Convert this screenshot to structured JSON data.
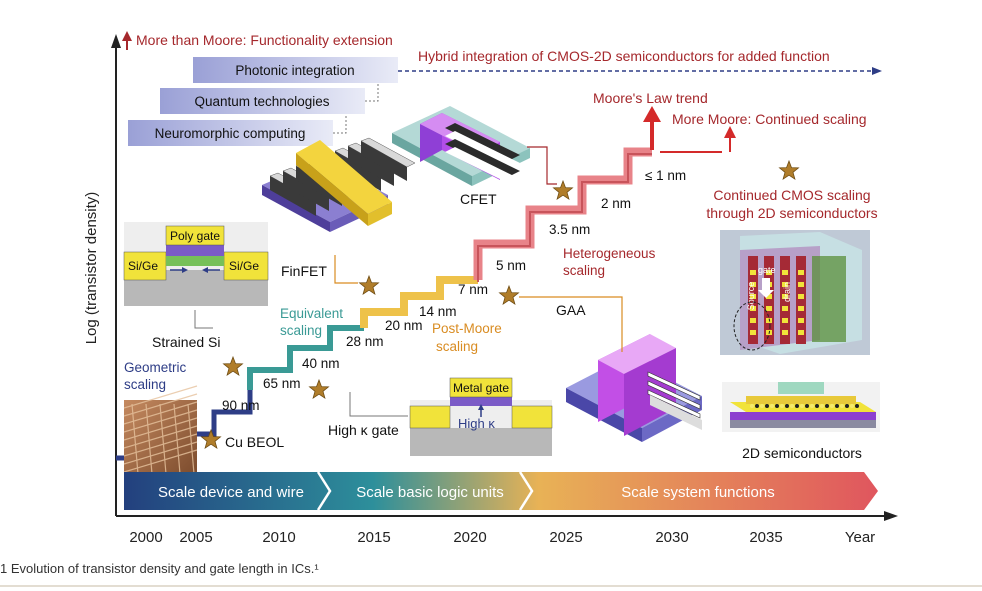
{
  "axis": {
    "y_label": "Log (transistor density)",
    "x_end_label": "Year",
    "years": [
      "2000",
      "2005",
      "2010",
      "2015",
      "2020",
      "2025",
      "2030",
      "2035"
    ]
  },
  "headings": {
    "more_than_moore": "More than Moore: Functionality extension",
    "hybrid": "Hybrid integration of CMOS-2D semiconductors for added function",
    "moores_law": "Moore's Law trend",
    "more_moore": "More Moore: Continued scaling",
    "continued_cmos_1": "Continued CMOS scaling",
    "continued_cmos_2": "through 2D semiconductors"
  },
  "functional_boxes": [
    "Photonic integration",
    "Quantum technologies",
    "Neuromorphic computing"
  ],
  "nodes": [
    "90 nm",
    "65 nm",
    "40 nm",
    "28 nm",
    "20 nm",
    "14 nm",
    "7 nm",
    "5 nm",
    "3.5 nm",
    "2 nm",
    "≤ 1 nm"
  ],
  "scaling_labels": {
    "geometric_1": "Geometric",
    "geometric_2": "scaling",
    "equivalent_1": "Equivalent",
    "equivalent_2": "scaling",
    "post_moore_1": "Post-Moore",
    "post_moore_2": "scaling",
    "heterogeneous_1": "Heterogeneous",
    "heterogeneous_2": "scaling"
  },
  "devices": {
    "cfet": "CFET",
    "finfet": "FinFET",
    "gaa": "GAA",
    "strained_si": "Strained Si",
    "high_k_gate": "High κ gate",
    "cu_beol": "Cu BEOL",
    "semis_2d": "2D semiconductors"
  },
  "inset_labels": {
    "poly_gate": "Poly gate",
    "sige_left": "Si/Ge",
    "sige_right": "Si/Ge",
    "metal_gate": "Metal gate",
    "high_k": "High κ",
    "source": "Source",
    "gate": "gate",
    "drain": "drain"
  },
  "timeline": [
    "Scale device and wire",
    "Scale basic logic units",
    "Scale system functions"
  ],
  "caption": "1   Evolution of transistor density and gate length in ICs.¹",
  "colors": {
    "dark_red": "#a5282c",
    "navy": "#2e3d86",
    "teal": "#3a9a95",
    "orange": "#d98c22",
    "star": "#b07d2a"
  }
}
